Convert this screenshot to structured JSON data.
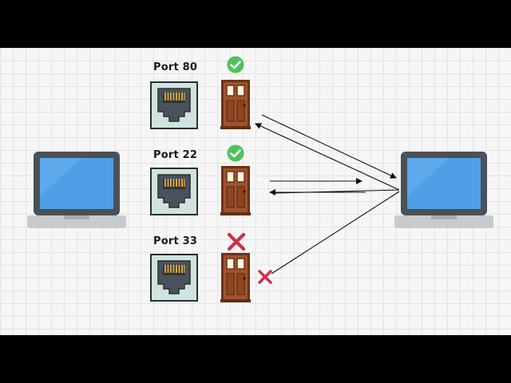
{
  "ports": [
    {
      "label": "Port 80",
      "status": "open"
    },
    {
      "label": "Port 22",
      "status": "open"
    },
    {
      "label": "Port 33",
      "status": "blocked"
    }
  ],
  "colors": {
    "canvas_bg": "#f6f6f6",
    "grid": "#e4e4e4",
    "laptop_body": "#4b5056",
    "laptop_screen": "#4f9ee6",
    "laptop_base": "#c8cacc",
    "port_frame": "#cfe3df",
    "port_jack": "#49525c",
    "door": "#a0522d",
    "check": "#4cc35b",
    "cross": "#c8324a"
  },
  "icons": {
    "laptop": "laptop-icon",
    "ethernet_port": "ethernet-port-icon",
    "door": "door-icon",
    "open": "checkmark-icon",
    "blocked": "cross-icon"
  }
}
